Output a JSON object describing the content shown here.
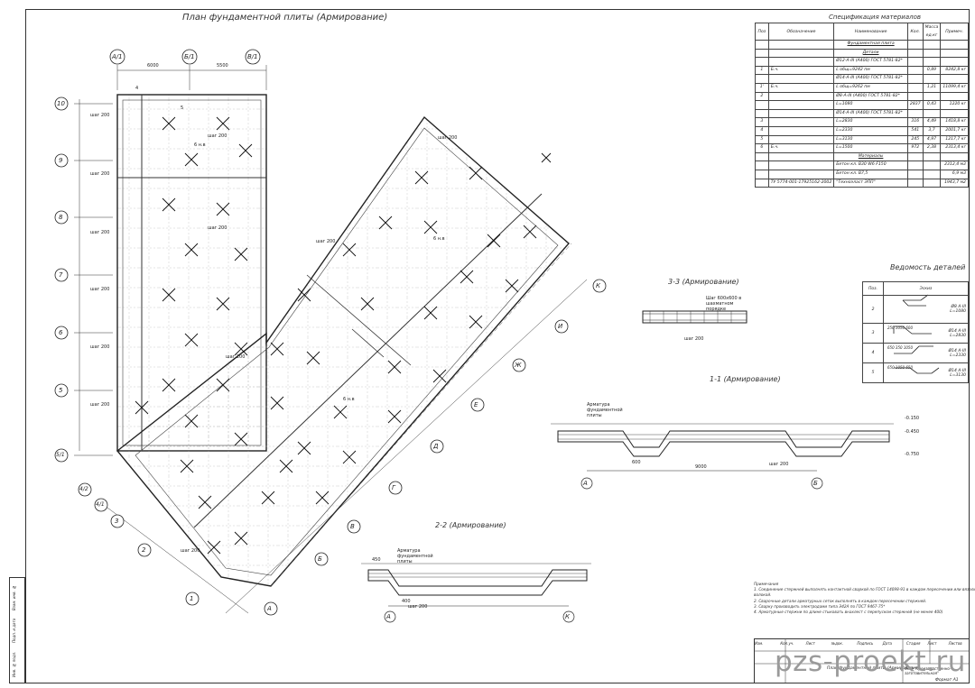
{
  "drawing": {
    "plan_title": "План фундаментной плиты (Армирование)",
    "section_3_3_title": "3-3 (Армирование)",
    "section_1_1_title": "1-1 (Армирование)",
    "section_2_2_title": "2-2 (Армирование)",
    "spec_title": "Спецификация материалов",
    "details_title": "Ведомость деталей",
    "watermark": "pzs-proekt.ru",
    "format": "Формат А1",
    "sheet_name": "План фундаментной плиты (Армирование)",
    "org": "ООО \"Производственно-заготовительная\""
  },
  "axes": {
    "top": [
      "А/1",
      "Б/1",
      "В/1"
    ],
    "left": [
      "10",
      "9",
      "8",
      "7",
      "6",
      "5",
      "5/1"
    ],
    "bottom_left": [
      "4/2",
      "4/1",
      "3",
      "2",
      "1"
    ],
    "diag": [
      "К",
      "И",
      "Ж",
      "Е",
      "Д",
      "Г",
      "В",
      "Б",
      "А"
    ]
  },
  "annotations": {
    "step": "шаг 200",
    "rebar_5": "5",
    "rebar_4": "4",
    "rebar_6": "6 н.в",
    "dim_6000": "6000",
    "dim_5500": "5500",
    "armatura": "Арматура фундаментной плиты",
    "dim_9000": "9000",
    "elev_1": "-0.150",
    "elev_2": "-0.450",
    "elev_3": "-0.750",
    "section_axes_1_1": [
      "А",
      "Б"
    ],
    "section_axes_2_2": [
      "А",
      "К"
    ],
    "dim_400": "400",
    "dim_450": "450",
    "dim_600": "600",
    "sec3_note": "Шаг 600х600 в шахматном порядке"
  },
  "spec": {
    "headers": [
      "Поз",
      "Обозначение",
      "Наименование",
      "Кол.",
      "Масса ед.кг",
      "Примеч."
    ],
    "rows": [
      [
        "",
        "",
        "Фундаментная плита",
        "",
        "",
        ""
      ],
      [
        "",
        "",
        "Детали",
        "",
        "",
        ""
      ],
      [
        "",
        "",
        "Ø12-А-III (А400) ГОСТ 5781-82*",
        "",
        "",
        ""
      ],
      [
        "1",
        "Б.ч.",
        "L общ=9242 пм",
        "",
        "0,89",
        "8242,8 кг"
      ],
      [
        "",
        "",
        "Ø14-А-III (А400) ГОСТ 5781-82*",
        "",
        "",
        ""
      ],
      [
        "1'",
        "Б.ч.",
        "L общ=9262 пм",
        "",
        "1,21",
        "11099,4 кг"
      ],
      [
        "2",
        "",
        "Ø8-А-III (А400) ГОСТ 5781-82*",
        "",
        "",
        ""
      ],
      [
        "",
        "",
        "L=1080",
        "2837",
        "0,43",
        "1220 кг"
      ],
      [
        "",
        "",
        "Ø14-А-III (А400) ГОСТ 5781-82*",
        "",
        "",
        ""
      ],
      [
        "3",
        "",
        "L=2830",
        "316",
        "4,49",
        "1418,8 кг"
      ],
      [
        "4",
        "",
        "L=2330",
        "541",
        "3,7",
        "2001,7 кг"
      ],
      [
        "5",
        "",
        "L=3130",
        "245",
        "4,97",
        "1217,7 кг"
      ],
      [
        "6",
        "Б.ч.",
        "L=1500",
        "972",
        "2,38",
        "2313,4 кг"
      ],
      [
        "",
        "",
        "Материалы",
        "",
        "",
        ""
      ],
      [
        "",
        "",
        "Бетон кл. В30 W6 F150",
        "",
        "",
        "2312,4 м3"
      ],
      [
        "",
        "",
        "Бетон кл. В7,5",
        "",
        "",
        "6,9 м3"
      ],
      [
        "",
        "ТУ 5774-001-17925162-2002",
        "\"Техноэласт ЭПП\"",
        "",
        "",
        "1943,7 м2"
      ]
    ]
  },
  "details": {
    "headers": [
      "Поз.",
      "Эскиз"
    ],
    "rows": [
      {
        "pos": "2",
        "spec": "Ø8 А-III",
        "len": "L=1080"
      },
      {
        "pos": "3",
        "spec": "Ø14 А-III",
        "len": "L=2830"
      },
      {
        "pos": "4",
        "spec": "Ø14 А-III",
        "len": "L=2330"
      },
      {
        "pos": "5",
        "spec": "Ø14 А-III",
        "len": "L=3130"
      }
    ],
    "dims_3": [
      "250",
      "1050",
      "600"
    ],
    "dims_4": [
      "650",
      "350",
      "1050"
    ],
    "dims_5": [
      "650",
      "1050",
      "650"
    ]
  },
  "notes": {
    "header": "Примечания",
    "items": [
      "1. Соединение стержней выполнять контактной сваркой по ГОСТ 14098-91 в каждом пересечении или вязальной про-",
      "   волокой.",
      "2. Сварочные детали арматурных сеток выполнять в каждом пересечении стержней.",
      "3. Сварку производить электродами типа Э42А по ГОСТ 9467-75*",
      "4. Арматурные стержни по длине стыковать внахлест с перепуском стержней (не менее 400)"
    ]
  },
  "stamp": {
    "cols": [
      "Изм.",
      "Кол.уч.",
      "Лист",
      "№док.",
      "Подпись",
      "Дата"
    ],
    "stage_cols": [
      "Стадия",
      "Лист",
      "Листов"
    ]
  },
  "side_stamp": [
    "Инв. № подл.",
    "Подп. и дата",
    "Взам. инв. №"
  ]
}
